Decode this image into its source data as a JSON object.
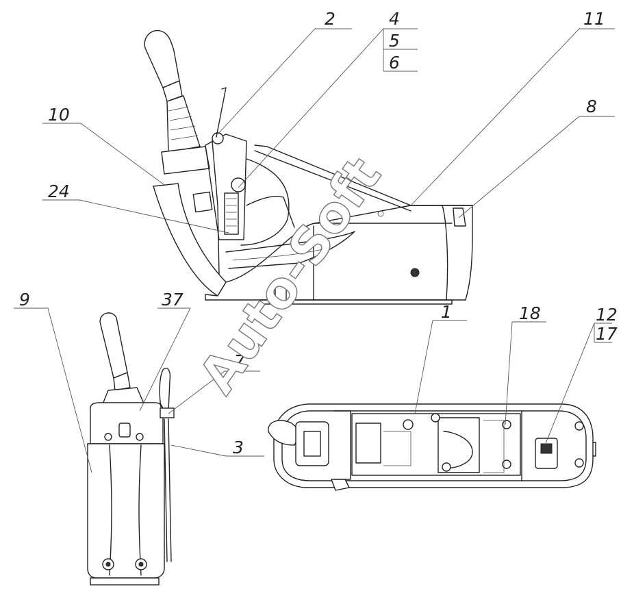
{
  "watermark": "Auto-Soft",
  "callouts": [
    {
      "id": "2",
      "label": "2"
    },
    {
      "id": "4",
      "label": "4"
    },
    {
      "id": "5",
      "label": "5"
    },
    {
      "id": "6",
      "label": "6"
    },
    {
      "id": "11",
      "label": "11"
    },
    {
      "id": "10",
      "label": "10"
    },
    {
      "id": "8",
      "label": "8"
    },
    {
      "id": "24",
      "label": "24"
    },
    {
      "id": "9",
      "label": "9"
    },
    {
      "id": "37",
      "label": "37"
    },
    {
      "id": "7",
      "label": "7"
    },
    {
      "id": "1",
      "label": "1"
    },
    {
      "id": "18",
      "label": "18"
    },
    {
      "id": "12",
      "label": "12"
    },
    {
      "id": "17",
      "label": "17"
    },
    {
      "id": "3",
      "label": "3"
    }
  ],
  "icons": {
    "side-view": "joystick-console-side-view",
    "front-view": "joystick-console-front-view",
    "top-view": "joystick-console-top-view"
  }
}
